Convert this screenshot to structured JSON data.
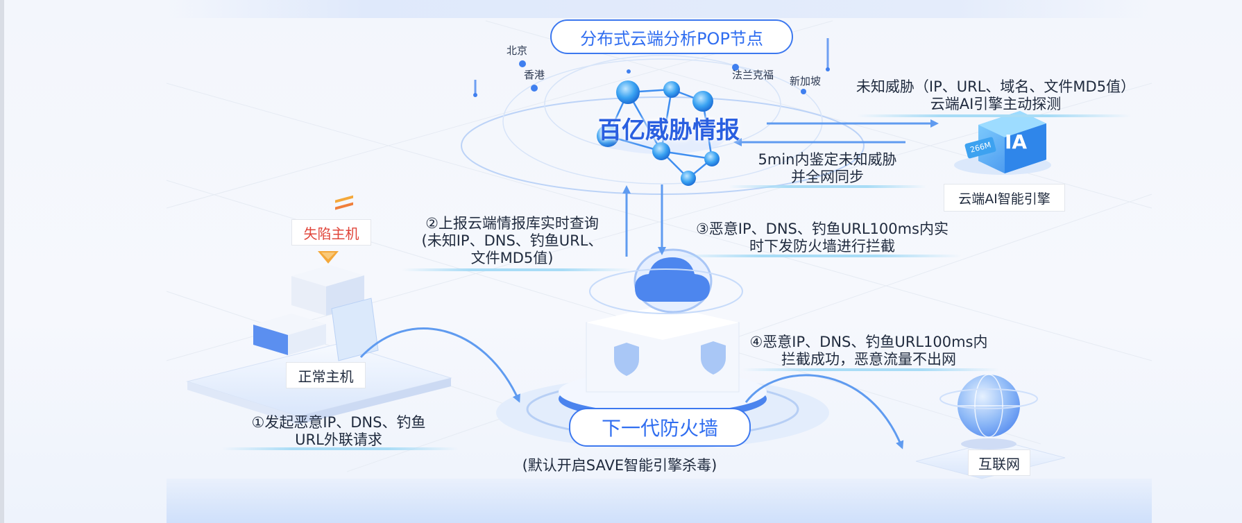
{
  "diagram": {
    "pop_title": "分布式云端分析POP节点",
    "cities": [
      "北京",
      "香港",
      "法兰克福",
      "新加坡"
    ],
    "threat_intel_title": "百亿威胁情报",
    "ai_engine_caption_lines": [
      "未知威胁（IP、URL、域名、文件MD5值）",
      "云端AI引擎主动探测"
    ],
    "ai_engine_return_lines": [
      "5min内鉴定未知威胁",
      "并全网同步"
    ],
    "ai_engine_box_label": "云端AI智能引擎",
    "ai_engine_icon_text": "IA",
    "ai_engine_chip_text": "266M",
    "compromised_host_label": "失陷主机",
    "step2_lines": [
      "②上报云端情报库实时查询",
      "(未知IP、DNS、钓鱼URL、",
      "文件MD5值)"
    ],
    "step3_lines": [
      "③恶意IP、DNS、钓鱼URL100ms内实",
      "时下发防火墙进行拦截"
    ],
    "step4_lines": [
      "④恶意IP、DNS、钓鱼URL100ms内",
      "拦截成功，恶意流量不出网"
    ],
    "normal_host_label": "正常主机",
    "step1_lines": [
      "①发起恶意IP、DNS、钓鱼",
      "URL外联请求"
    ],
    "firewall_label": "下一代防火墙",
    "firewall_caption": "(默认开启SAVE智能引擎杀毒)",
    "internet_label": "互联网"
  },
  "colors": {
    "primary_blue": "#3c78ef",
    "arrow_blue": "#5f9bf0",
    "alert_red": "#e0453a",
    "alert_orange": "#f4a83a"
  }
}
